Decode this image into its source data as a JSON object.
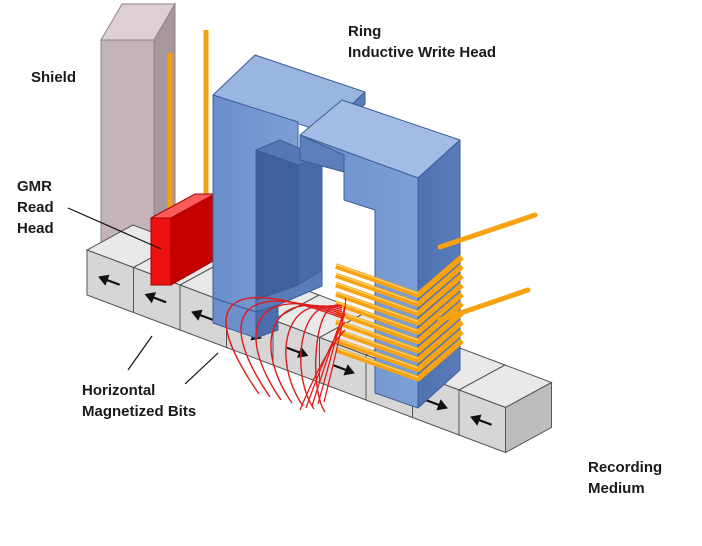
{
  "labels": {
    "ring_line1": "Ring",
    "ring_line2": "Inductive Write Head",
    "shield": "Shield",
    "gmr_line1": "GMR",
    "gmr_line2": "Read",
    "gmr_line3": "Head",
    "horizontal_line1": "Horizontal",
    "horizontal_line2": "Magnetized Bits",
    "recording_line1": "Recording",
    "recording_line2": "Medium"
  },
  "bit_arrows": [
    "left",
    "left",
    "left",
    "right",
    "right",
    "right",
    "left",
    "right",
    "left"
  ],
  "colors": {
    "shield": "#c2b0b5",
    "read_head": "#ee1111",
    "write_head": "#6a8fca",
    "coil": "#f7a30f",
    "field_lines": "#e01b1b",
    "medium": "#d9d9d9"
  }
}
